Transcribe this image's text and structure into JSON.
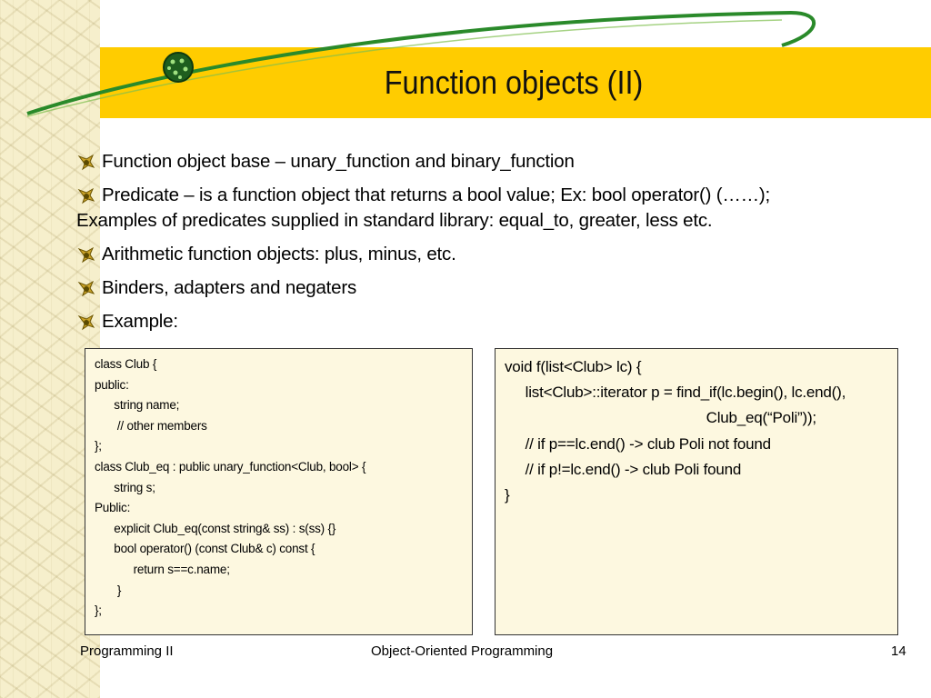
{
  "slide": {
    "title": "Function objects (II)",
    "bullets": [
      {
        "text": "Function object base – unary_function and binary_function"
      },
      {
        "text": "Predicate – is a function object that returns a bool value; Ex: bool operator() (……);",
        "continuation": "Examples of predicates supplied in standard library: equal_to, greater, less etc."
      },
      {
        "text": "Arithmetic function objects: plus, minus, etc."
      },
      {
        "text": "Binders, adapters and negaters"
      },
      {
        "text": "Example:"
      }
    ],
    "code_left": [
      "class Club {",
      "public:",
      "      string name;",
      "       // other members",
      "};",
      "",
      "class Club_eq : public unary_function<Club, bool> {",
      "      string s;",
      "Public:",
      "      explicit Club_eq(const string& ss) : s(ss) {}",
      "      bool operator() (const Club& c) const {",
      "            return s==c.name;",
      "       }",
      "};"
    ],
    "code_right": [
      "void f(list<Club> lc) {",
      "     list<Club>::iterator p = find_if(lc.begin(), lc.end(),",
      "                                                 Club_eq(“Poli”));",
      "     // if p==lc.end() -> club Poli not found",
      "     // if p!=lc.end() -> club Poli found",
      "}"
    ],
    "footer": {
      "left": "Programming II",
      "center": "Object-Oriented Programming",
      "page": "14"
    }
  },
  "colors": {
    "title_bar": "#ffcc00",
    "swoosh": "#2a8a2a",
    "code_bg": "#fdf8e0",
    "left_strip": "#f6efcc"
  }
}
